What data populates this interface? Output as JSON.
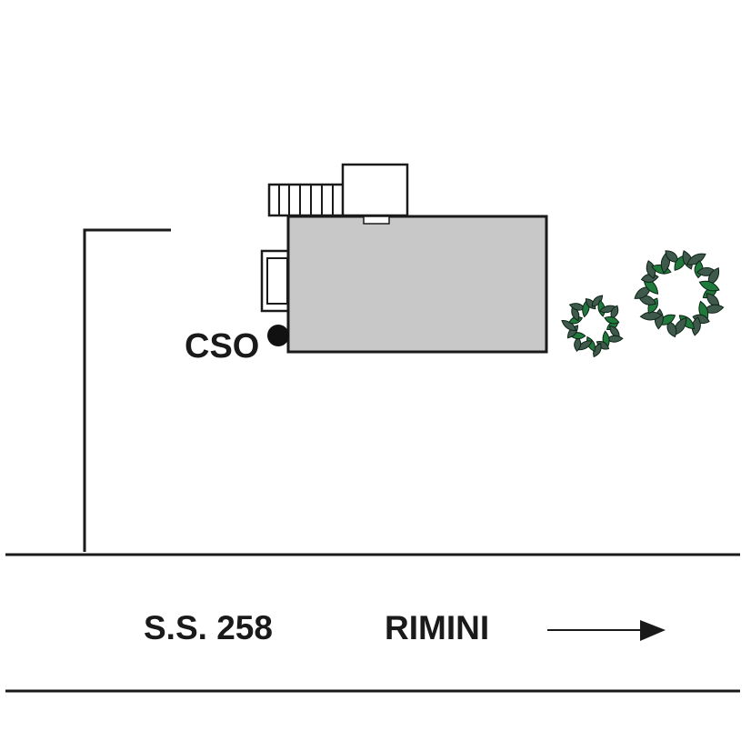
{
  "map": {
    "cso_label": "CSO",
    "road_label": "S.S. 258",
    "direction_label": "RIMINI",
    "colors": {
      "building_fill": "#c8c8c8",
      "outline": "#1a1a1a",
      "tree_dark": "#3f5a4c",
      "tree_green": "#1f7a3c",
      "background": "#ffffff"
    },
    "icons": {
      "cso_marker": "filled-circle",
      "direction_arrow": "arrow-right",
      "trees": "shrub-cluster"
    }
  }
}
